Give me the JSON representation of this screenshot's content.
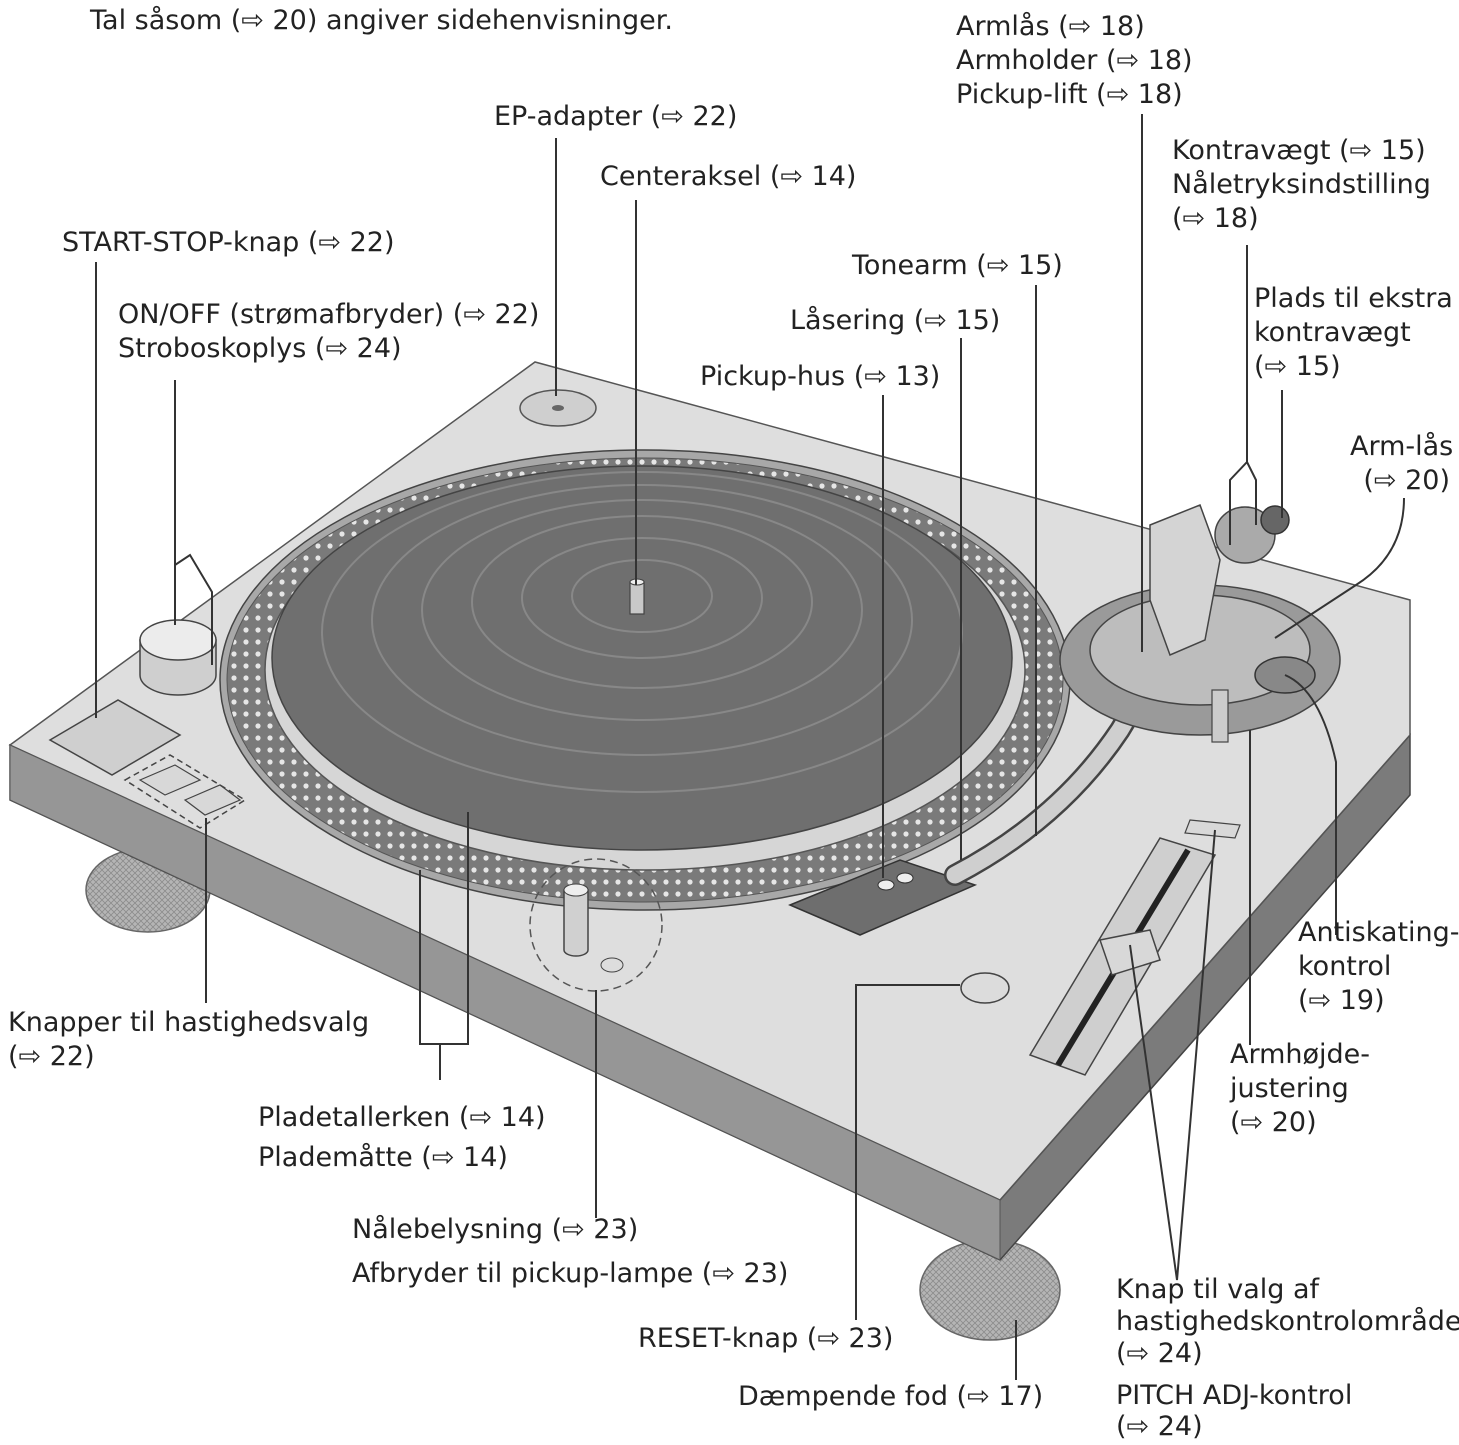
{
  "intro": "Tal såsom (⇨ 20) angiver sidehenvisninger.",
  "labels": {
    "armlas": "Armlås (⇨ 18)",
    "armholder": "Armholder (⇨ 18)",
    "pickup_lift": "Pickup-lift (⇨ 18)",
    "ep_adapter": "EP-adapter (⇨ 22)",
    "centeraksel": "Centeraksel (⇨ 14)",
    "kontravaegt": "Kontravægt (⇨ 15)",
    "naletryk": "Nåletryksindstilling",
    "naletryk_ref": "(⇨ 18)",
    "start_stop": "START-STOP-knap (⇨ 22)",
    "tonearm": "Tonearm (⇨ 15)",
    "plads_1": "Plads til ekstra",
    "plads_2": "kontravægt",
    "plads_ref": "(⇨ 15)",
    "on_off": "ON/OFF (strømafbryder) (⇨ 22)",
    "stroboskop": "Stroboskoplys (⇨ 24)",
    "lasering": "Låsering (⇨ 15)",
    "pickup_hus": "Pickup-hus (⇨ 13)",
    "arm_las": "Arm-lås",
    "arm_las_ref": "(⇨ 20)",
    "antiskating_1": "Antiskating-",
    "antiskating_2": "kontrol",
    "antiskating_ref": "(⇨ 19)",
    "hastighed_1": "Knapper til hastighedsvalg",
    "hastighed_ref": "(⇨ 22)",
    "armhojde_1": "Armhøjde-",
    "armhojde_2": "justering",
    "armhojde_ref": "(⇨ 20)",
    "pladetallerken": "Pladetallerken (⇨ 14)",
    "plademaatte": "Plademåtte (⇨ 14)",
    "nalebelysning": "Nålebelysning (⇨ 23)",
    "afbryder": "Afbryder til pickup-lampe (⇨ 23)",
    "reset": "RESET-knap (⇨ 23)",
    "knap_valg_1": "Knap til valg af",
    "knap_valg_2": "hastighedskontrolområde",
    "knap_valg_ref": "(⇨ 24)",
    "daempende": "Dæmpende fod (⇨ 17)",
    "pitch_1": "PITCH ADJ-kontrol",
    "pitch_ref": "(⇨ 24)"
  }
}
